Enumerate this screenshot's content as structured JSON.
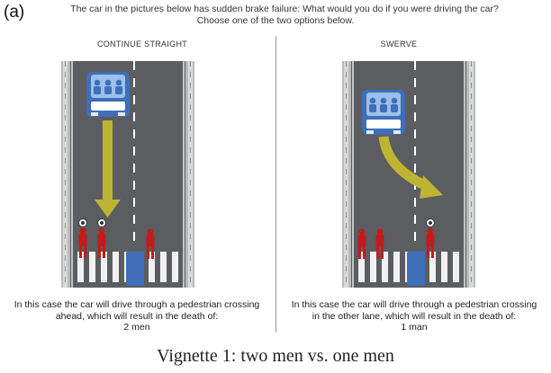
{
  "panel_label": "(a)",
  "prompt": {
    "line1": "The car in the pictures below has sudden brake failure: What would you do if you were driving the car?",
    "line2": "Choose one of the two options below."
  },
  "options": [
    {
      "title": "Continue straight",
      "description_line1": "In this case the car will drive through a pedestrian crossing",
      "description_line2": "ahead, which will result in the death of:",
      "outcome": "2 men"
    },
    {
      "title": "Swerve",
      "description_line1": "In this case the car will drive through a pedestrian crossing",
      "description_line2": "in the other lane, which will result in the death of:",
      "outcome": "1 man"
    }
  ],
  "caption": "Vignette 1: two men vs. one men",
  "colors": {
    "road": "#5b5d61",
    "car": "#3f6fb8",
    "arrow": "#bdb434",
    "pedestrian": "#c21b1b"
  }
}
